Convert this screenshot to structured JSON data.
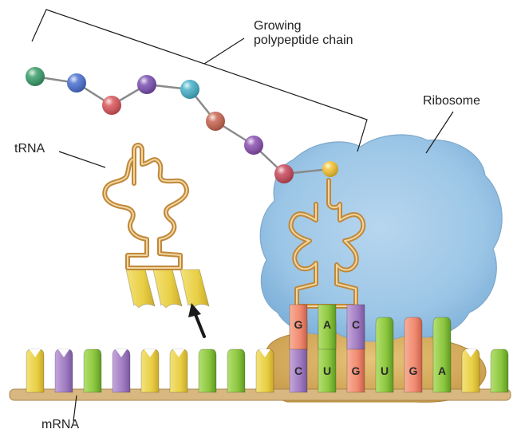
{
  "labels": {
    "polypeptide_line1": "Growing",
    "polypeptide_line2": "polypeptide chain",
    "ribosome": "Ribosome",
    "trna": "tRNA",
    "mrna": "mRNA"
  },
  "anticodon": [
    "G",
    "A",
    "C"
  ],
  "codon": [
    "C",
    "U",
    "G",
    "U",
    "G",
    "A"
  ],
  "colors": {
    "ribosome": "#9cc6e6",
    "ribosome_dark": "#6ea5cf",
    "mrna_backbone": "#d8b880",
    "trna": "#c0883a",
    "nucleotide_yellow": "#e8cf45",
    "nucleotide_green": "#8cc63f",
    "nucleotide_purple": "#a07cc0",
    "nucleotide_red": "#f08a70",
    "amino_acids": [
      "#3a9c6a",
      "#4a6fd0",
      "#d8545a",
      "#7a4fb0",
      "#46b0c8",
      "#c86450",
      "#8a4fb0",
      "#c8485a",
      "#f2c230"
    ]
  }
}
